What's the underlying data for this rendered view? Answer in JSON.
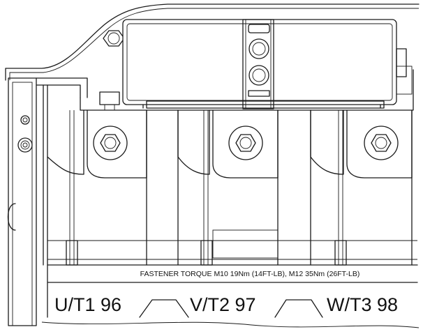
{
  "torque_note": "FASTENER TORQUE M10 19Nm (14FT-LB), M12 35Nm (26FT-LB)",
  "terminals": [
    {
      "label": "U/T1 96"
    },
    {
      "label": "V/T2 97"
    },
    {
      "label": "W/T3 98"
    }
  ]
}
